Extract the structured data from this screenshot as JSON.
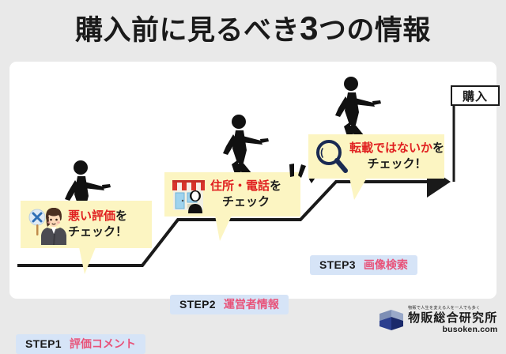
{
  "title": {
    "lead": "購入前に見るべき",
    "number": "3",
    "trail": "つの情報"
  },
  "colors": {
    "page_background": "#e9e9e9",
    "card_background": "#ffffff",
    "bubble_background": "#fcf5c2",
    "step_label_background": "#d6e4f7",
    "step_text_color": "#e8537a",
    "highlight_red": "#e02020",
    "ink": "#1a1a1a"
  },
  "steps": [
    {
      "no": "STEP1",
      "text": "評価コメント"
    },
    {
      "no": "STEP2",
      "text": "運営者情報"
    },
    {
      "no": "STEP3",
      "text": "画像検索"
    }
  ],
  "bubbles": [
    {
      "icon": "woman-with-x-sign-icon",
      "line1_highlight": "悪い評価",
      "line1_rest": "を",
      "line2": "チェック！"
    },
    {
      "icon": "storefront-icon",
      "line1_highlight": "住所・電話",
      "line1_rest": "を",
      "line2": "チェック"
    },
    {
      "icon": "magnifying-glass-icon",
      "line1_highlight": "転載ではないか",
      "line1_rest": "を",
      "line2": "チェック！"
    }
  ],
  "goal": {
    "label": "購入"
  },
  "logo": {
    "tagline": "物販で人生を変える人を一人でも多く",
    "name": "物販総合研究所",
    "url": "busoken.com"
  }
}
